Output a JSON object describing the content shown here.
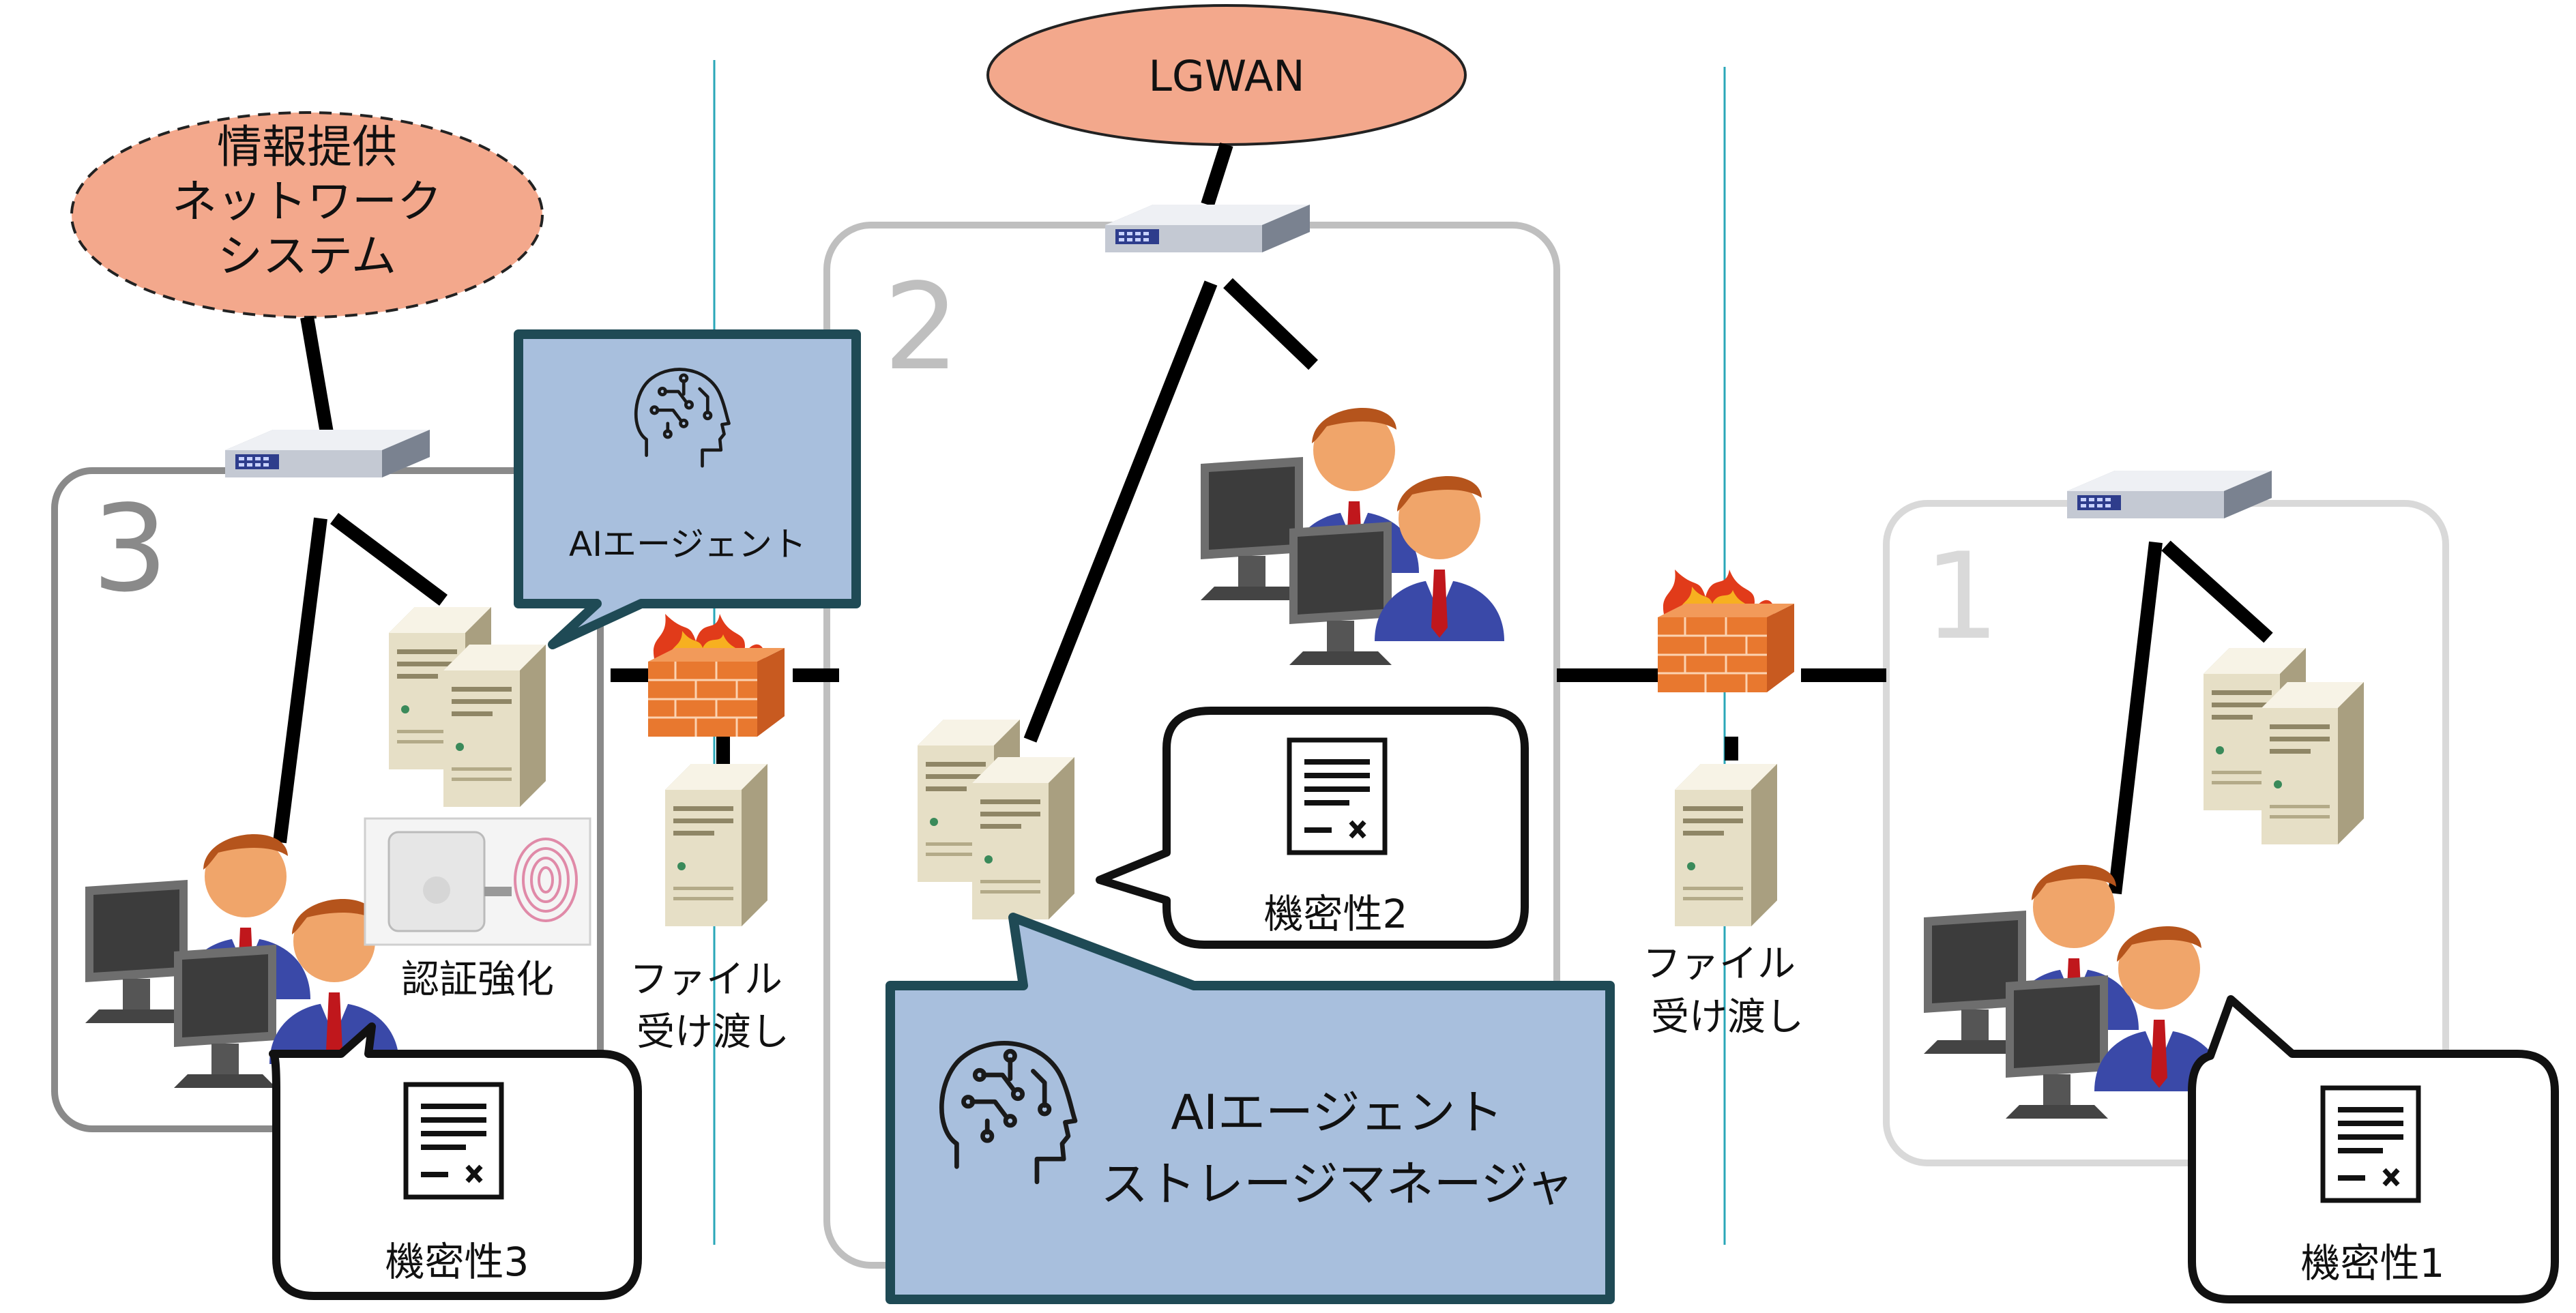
{
  "clouds": {
    "info_network": [
      "情報提供",
      "ネットワーク",
      "システム"
    ],
    "lgwan": "LGWAN"
  },
  "zones": {
    "zone3": "3",
    "zone2": "2",
    "zone1": "1"
  },
  "labels": {
    "auth": "認証強化",
    "file_transfer_left": [
      "ファイル",
      "受け渡し"
    ],
    "file_transfer_right": [
      "ファイル",
      "受け渡し"
    ]
  },
  "callouts": {
    "ai_agent": "AIエージェント",
    "ai_storage": [
      "AIエージェント",
      "ストレージマネージャ"
    ],
    "conf2": "機密性2",
    "conf3": "機密性3",
    "conf1": "機密性1"
  },
  "colors": {
    "cloud_fill": "#f3a88c",
    "callout_fill": "#a8bfdd",
    "callout_border": "#1f4a55",
    "zone_border_3": "#8a8a8a",
    "zone_border_2": "#bfbfbf",
    "zone_border_1": "#d9d9d9",
    "divider": "#2aa7b8",
    "firewall_brick": "#e8782f",
    "server_body": "#e6dfc6"
  },
  "icons": [
    "switch-icon",
    "server-icon",
    "firewall-icon",
    "user-icon",
    "monitor-icon",
    "document-icon",
    "ai-brain-icon",
    "fingerprint-icon",
    "card-reader-icon"
  ]
}
